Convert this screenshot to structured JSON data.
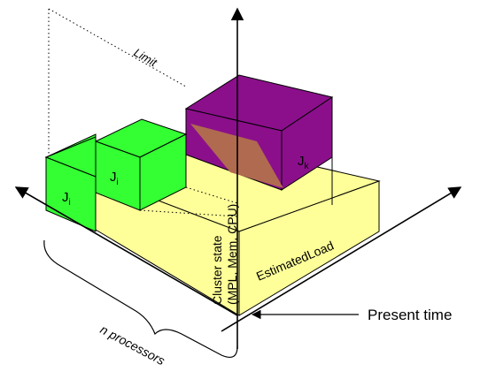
{
  "labels": {
    "limit": "Limit",
    "job_left": "J",
    "job_left_sub": "i",
    "job_mid": "J",
    "job_mid_sub": "i",
    "job_right": "J",
    "job_right_sub": "k",
    "cluster_state_line1": "Cluster state",
    "cluster_state_line2": "(MPL, Mem, CPU)",
    "estimated_load": "EstimatedLoad",
    "present_time": "Present time",
    "n_processors": "n processors"
  },
  "colors": {
    "green_job": "#33ff33",
    "green_job_dark": "#22cc22",
    "purple_job": "#8b0f8b",
    "purple_job_dark": "#6a0a6a",
    "load_yellow": "#ffff99",
    "load_yellow_dark": "#e8e87a",
    "overlap_brown": "#b06a50",
    "axis": "#000000"
  }
}
